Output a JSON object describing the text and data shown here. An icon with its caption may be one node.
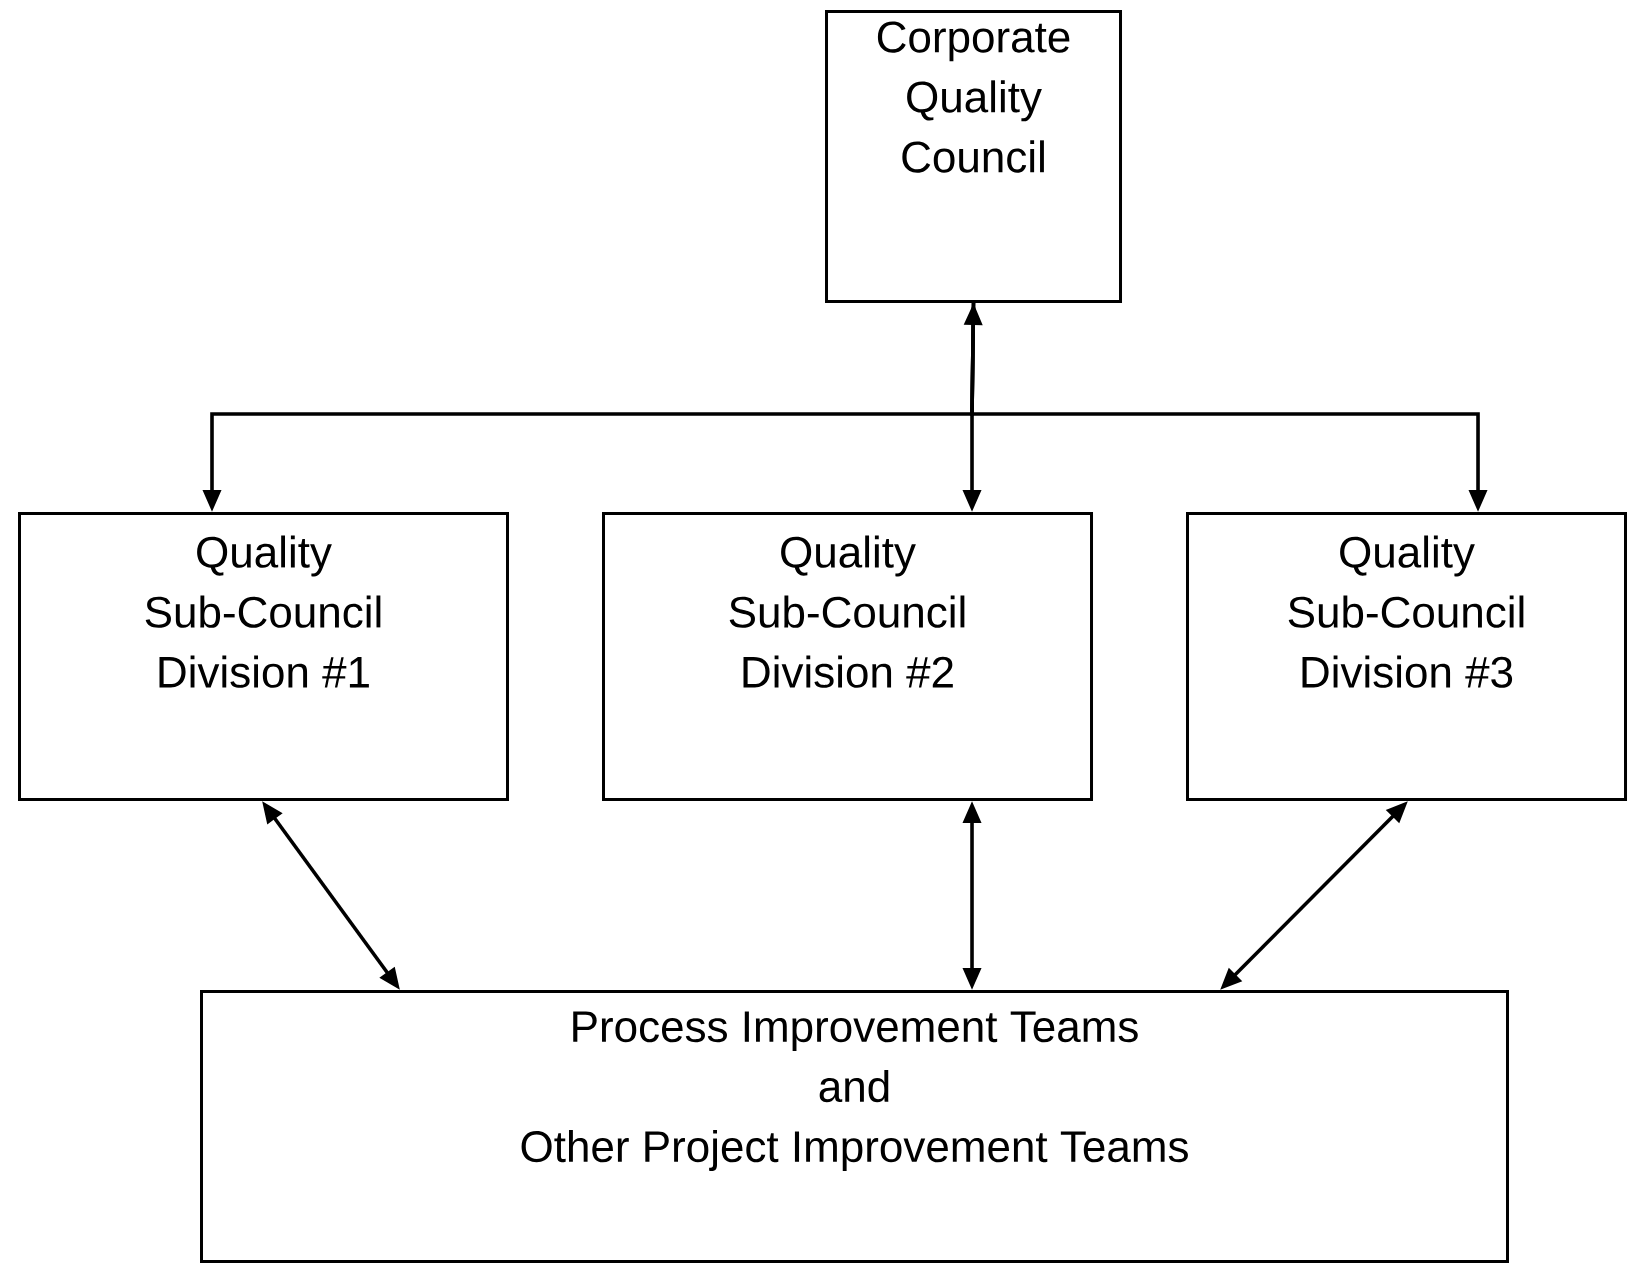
{
  "diagram": {
    "nodes": [
      {
        "text": [
          "Corporate Quality Council"
        ]
      },
      {
        "text": [
          "Quality Sub-Council Division #1"
        ]
      },
      {
        "text": [
          "Quality Sub-Council Division #2"
        ]
      },
      {
        "text": [
          "Quality Sub-Council Division #3"
        ]
      },
      {
        "text": [
          "Process Improvement Teams",
          "and",
          "Other Project Improvement Teams"
        ]
      }
    ],
    "edges": [
      {
        "from": 0,
        "to": 1,
        "arrow": "to"
      },
      {
        "from": 0,
        "to": 2,
        "arrow": "both"
      },
      {
        "from": 0,
        "to": 3,
        "arrow": "to"
      },
      {
        "from": 1,
        "to": 4,
        "arrow": "both"
      },
      {
        "from": 2,
        "to": 4,
        "arrow": "both"
      },
      {
        "from": 3,
        "to": 4,
        "arrow": "both"
      }
    ]
  }
}
